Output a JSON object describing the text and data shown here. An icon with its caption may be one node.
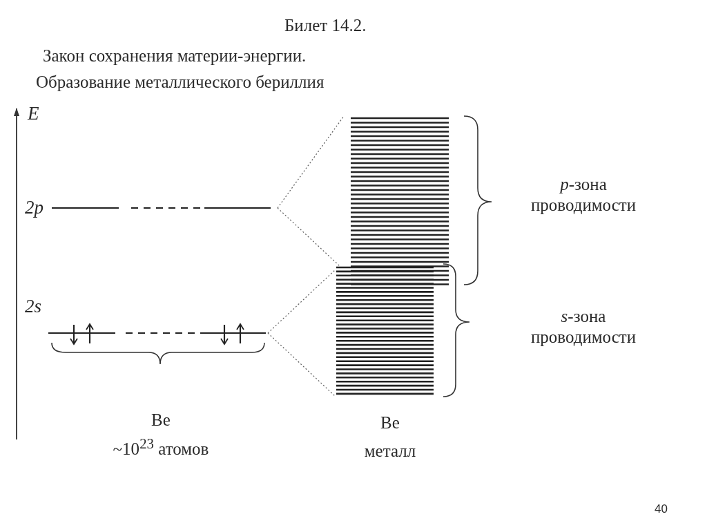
{
  "diagram": {
    "title": "Билет 14.2.",
    "labels": [
      "Закон сохранения  материи-энергии.",
      "Образование металлического бериллия",
      "*E*",
      "2p",
      "*p*-зона проводимости",
      "2s",
      "*s*-зона проводимости",
      "Be",
      "~10$^{23}$ атомов",
      "Be",
      "металл",
      "40"
    ]
  }
}
